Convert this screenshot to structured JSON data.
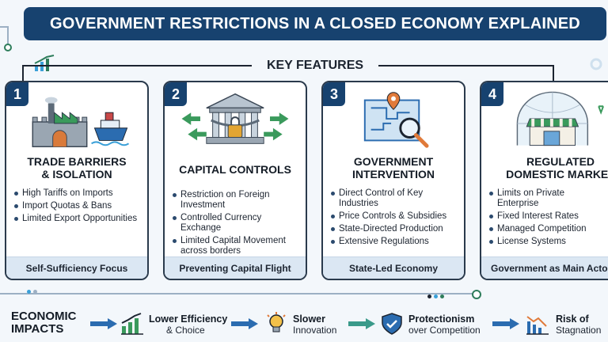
{
  "header": {
    "title": "GOVERNMENT RESTRICTIONS IN A CLOSED ECONOMY EXPLAINED"
  },
  "section": {
    "label": "KEY FEATURES"
  },
  "cards": [
    {
      "number": "1",
      "title_lines": [
        "TRADE BARRIERS",
        "& ISOLATION"
      ],
      "bullets": [
        "High Tariffs on Imports",
        "Import Quotas & Bans",
        "Limited Export Opportunities"
      ],
      "footer": "Self-Sufficiency Focus",
      "icon": "factory-ship-icon"
    },
    {
      "number": "2",
      "title_lines": [
        "CAPITAL CONTROLS"
      ],
      "bullets": [
        "Restriction on Foreign Investment",
        "Controlled Currency Exchange",
        "Limited Capital Movement across borders"
      ],
      "footer": "Preventing Capital Flight",
      "icon": "locked-bank-icon"
    },
    {
      "number": "3",
      "title_lines": [
        "GOVERNMENT",
        "INTERVENTION"
      ],
      "bullets": [
        "Direct Control of Key Industries",
        "Price Controls & Subsidies",
        "State-Directed Production",
        "Extensive Regulations"
      ],
      "footer": "State-Led Economy",
      "icon": "map-magnifier-icon"
    },
    {
      "number": "4",
      "title_lines": [
        "REGULATED",
        "DOMESTIC MARKET"
      ],
      "bullets": [
        "Limits on Private Enterprise",
        "Fixed Interest Rates",
        "Managed Competition",
        "License Systems"
      ],
      "footer": "Government as Main Actor",
      "icon": "domed-market-icon"
    }
  ],
  "impacts": {
    "label_lines": [
      "ECONOMIC",
      "IMPACTS"
    ],
    "items": [
      {
        "bold": "Lower Efficiency",
        "text": "& Choice",
        "icon": "bar-chart-icon"
      },
      {
        "bold": "Slower",
        "text": "Innovation",
        "icon": "lightbulb-icon"
      },
      {
        "bold": "Protectionism",
        "text": "over Competition",
        "icon": "shield-icon"
      },
      {
        "bold": "Risk of",
        "text": "Stagnation",
        "icon": "decline-chart-icon"
      }
    ]
  },
  "colors": {
    "navy": "#17426f",
    "accent_green": "#2e7d5b",
    "footer_bg": "#dbe7f3"
  }
}
